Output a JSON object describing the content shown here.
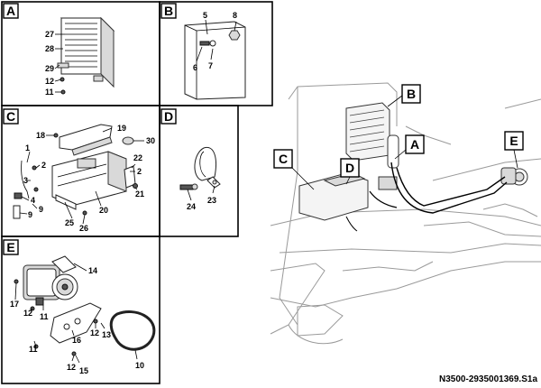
{
  "panels": [
    {
      "letter": "A",
      "callouts": [
        "27",
        "28",
        "29",
        "12",
        "11"
      ]
    },
    {
      "letter": "B",
      "callouts": [
        "5",
        "8",
        "6",
        "7"
      ]
    },
    {
      "letter": "C",
      "callouts": [
        "18",
        "19",
        "30",
        "1",
        "2",
        "3",
        "22",
        "2",
        "21",
        "4",
        "9",
        "9",
        "25",
        "20",
        "26"
      ]
    },
    {
      "letter": "D",
      "callouts": [
        "24",
        "23"
      ]
    },
    {
      "letter": "E",
      "callouts": [
        "14",
        "17",
        "12",
        "11",
        "16",
        "12",
        "13",
        "11",
        "12",
        "15",
        "10"
      ]
    }
  ],
  "overview_callouts": [
    "B",
    "A",
    "C",
    "D",
    "E"
  ],
  "drawing_code": "N3500-2935001369.S1a"
}
